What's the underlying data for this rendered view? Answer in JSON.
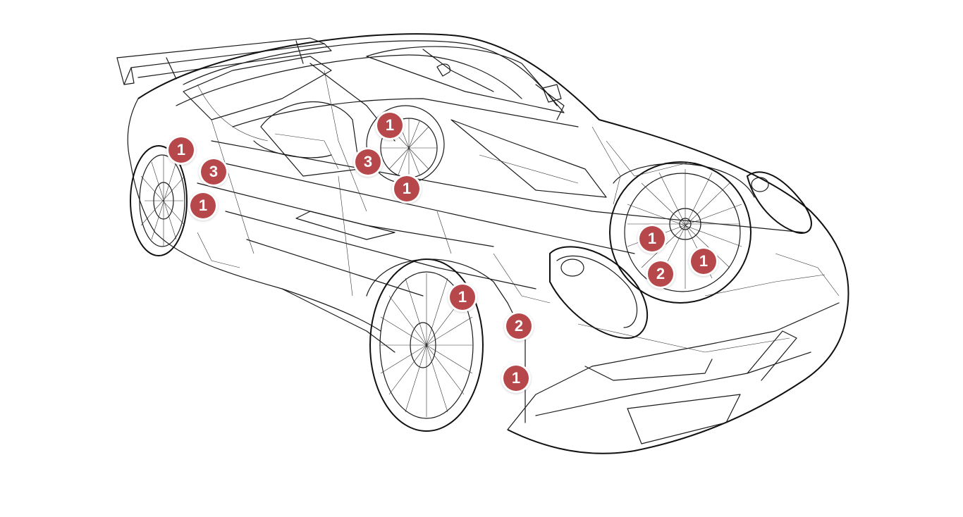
{
  "figure": {
    "accent_color": "#b6474a",
    "line_color": "#1a1a1a",
    "background": "#ffffff"
  },
  "markers": [
    {
      "label": "1",
      "location": "rear-wheel-arch-upper"
    },
    {
      "label": "3",
      "location": "rear-wheel-arch-middle"
    },
    {
      "label": "1",
      "location": "rear-wheel-arch-lower"
    },
    {
      "label": "1",
      "location": "door-area-upper"
    },
    {
      "label": "3",
      "location": "door-area-middle"
    },
    {
      "label": "1",
      "location": "door-area-lower"
    },
    {
      "label": "1",
      "location": "front-right-wheel-left"
    },
    {
      "label": "1",
      "location": "front-right-wheel-right"
    },
    {
      "label": "2",
      "location": "front-right-wheel-bottom"
    },
    {
      "label": "1",
      "location": "front-left-wheel-upper"
    },
    {
      "label": "2",
      "location": "front-left-wheel-middle"
    },
    {
      "label": "1",
      "location": "front-left-wheel-lower"
    }
  ]
}
